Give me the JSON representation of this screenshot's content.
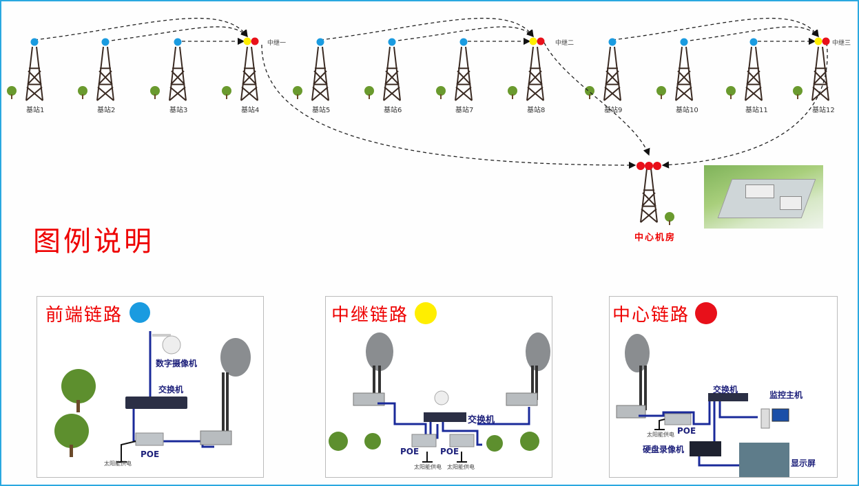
{
  "stations": [
    {
      "label": "基站1"
    },
    {
      "label": "基站2"
    },
    {
      "label": "基站3"
    },
    {
      "label": "基站4"
    },
    {
      "label": "基站5"
    },
    {
      "label": "基站6"
    },
    {
      "label": "基站7"
    },
    {
      "label": "基站8"
    },
    {
      "label": "基站9"
    },
    {
      "label": "基站10"
    },
    {
      "label": "基站11"
    },
    {
      "label": "基站12"
    }
  ],
  "relays": [
    {
      "label": "中继一"
    },
    {
      "label": "中继二"
    },
    {
      "label": "中继三"
    }
  ],
  "center": {
    "label": "中心机房"
  },
  "legend": {
    "title": "图例说明"
  },
  "colors": {
    "frontend": "#1a9be0",
    "relay": "#ffee00",
    "center": "#e8101a",
    "cable": "#1a2a9a",
    "frame": "#2aa8e0",
    "title": "#e00000"
  },
  "panels": [
    {
      "title": "前端链路",
      "dot": "frontend",
      "labels": {
        "camera": "数字摄像机",
        "switch": "交换机",
        "poe": "POE",
        "solar": "太阳能供电"
      }
    },
    {
      "title": "中继链路",
      "dot": "relay",
      "labels": {
        "switch": "交换机",
        "poe1": "POE",
        "poe2": "POE",
        "solar1": "太阳能供电",
        "solar2": "太阳能供电"
      }
    },
    {
      "title": "中心链路",
      "dot": "center",
      "labels": {
        "switch": "交换机",
        "host": "监控主机",
        "poe": "POE",
        "solar": "太阳能供电",
        "nvr": "硬盘录像机",
        "display": "显示屏"
      }
    }
  ]
}
